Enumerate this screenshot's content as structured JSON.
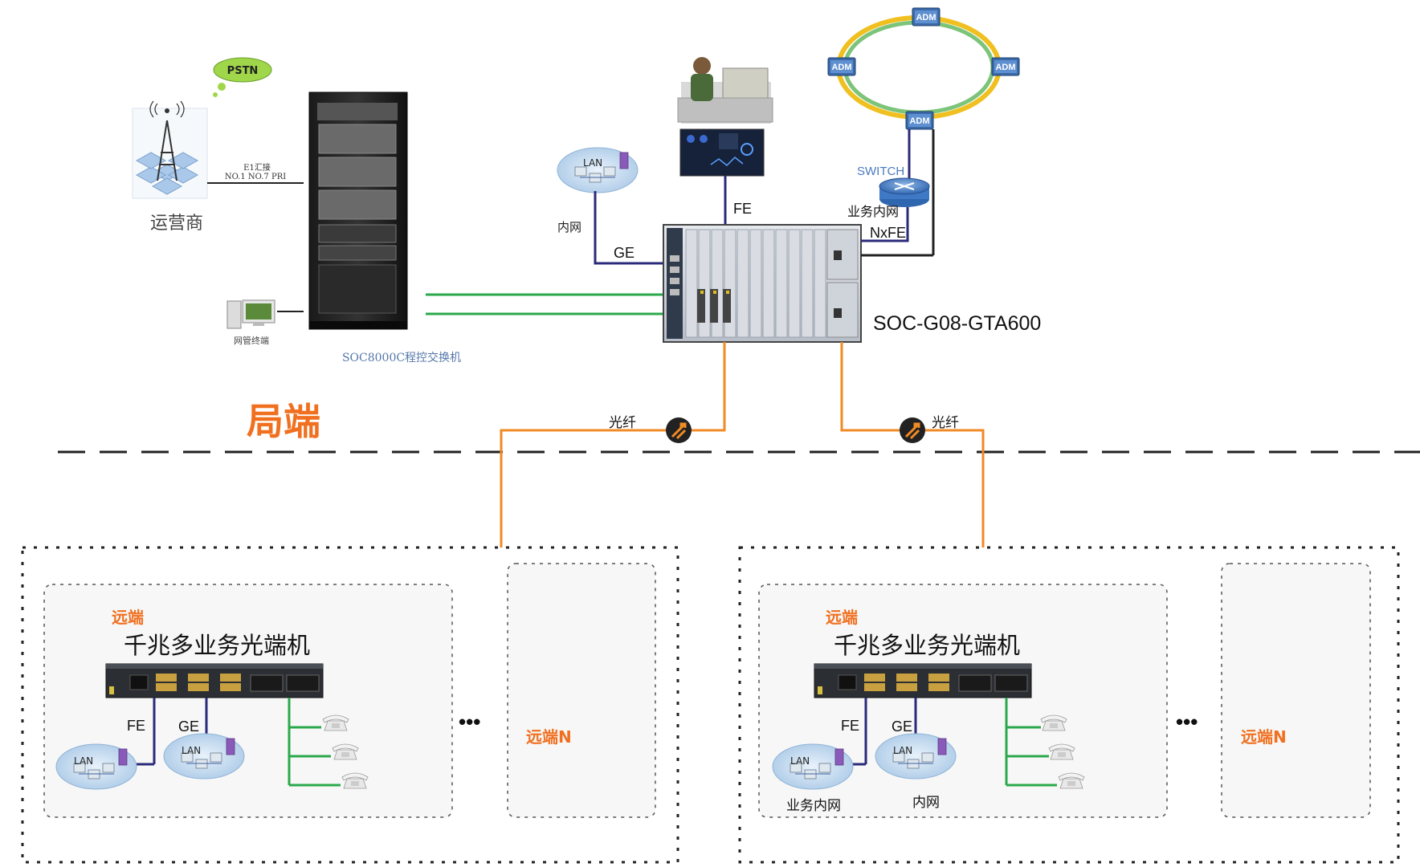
{
  "colors": {
    "fiber": "#f08a24",
    "green_link": "#2aa84a",
    "blue_link": "#2a2a7a",
    "accent_orange": "#f07020",
    "switch_blue": "#4a7ac0",
    "ring_green": "#7cc47a",
    "ring_yellow": "#f0c020"
  },
  "icons": {
    "ring_nodes": [
      "adm-icon",
      "adm-icon",
      "adm-icon",
      "adm-icon"
    ],
    "fiber_marker": "fiber-arrow-icon"
  },
  "core": {
    "pstn": "PSTN",
    "operator": "运营商",
    "e1_label": "E1汇接",
    "signaling_label": "NO.1   NO.7   PRI",
    "nms_terminal": "网管终端",
    "exchange": "SOC8000C程控交换机",
    "device": "SOC-G08-GTA600",
    "lan": "LAN",
    "intranet": "内网",
    "ge": "GE",
    "fe": "FE",
    "switch": "SWITCH",
    "business_net": "业务内网",
    "nxfe": "NxFE",
    "adm": "ADM",
    "local_end": "局端",
    "fiber": "光纤"
  },
  "remote_left": {
    "remote": "远端",
    "terminal": "千兆多业务光端机",
    "fe": "FE",
    "ge": "GE",
    "lan": "LAN",
    "ellipsis": "•••",
    "remote_n": "远端N"
  },
  "remote_right": {
    "remote": "远端",
    "terminal": "千兆多业务光端机",
    "fe": "FE",
    "ge": "GE",
    "lan": "LAN",
    "business_net": "业务内网",
    "intranet": "内网",
    "ellipsis": "•••",
    "remote_n": "远端N"
  }
}
